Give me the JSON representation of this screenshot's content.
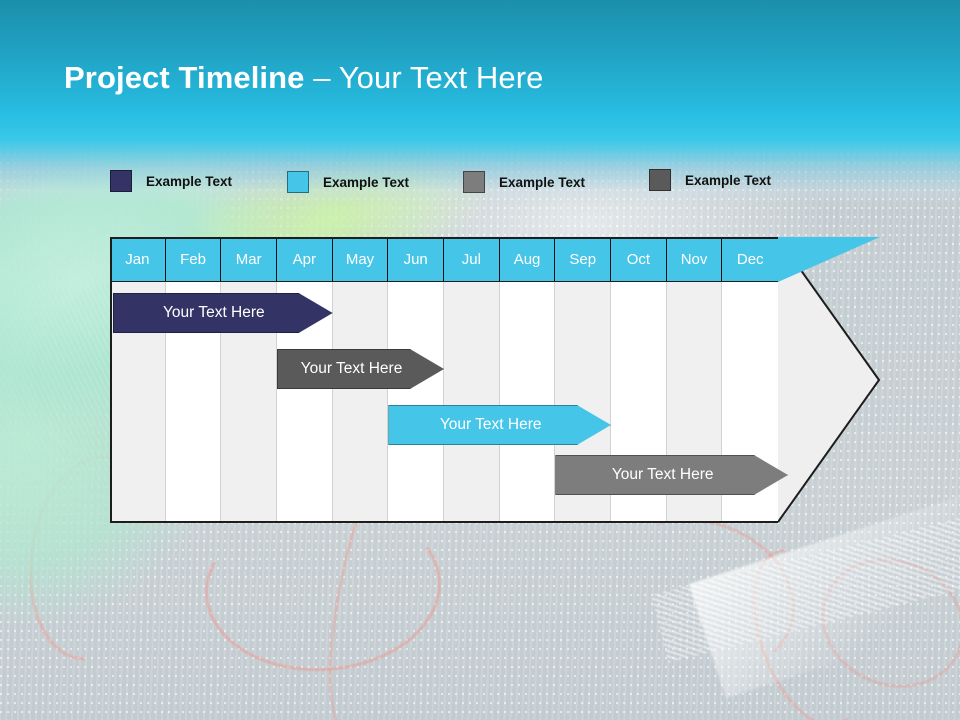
{
  "slide": {
    "title_bold": "Project Timeline",
    "title_sep": " – ",
    "title_rest": "Your Text Here"
  },
  "legend": {
    "items": [
      {
        "label": "Example Text",
        "color": "#343366"
      },
      {
        "label": "Example Text",
        "color": "#45c5e8"
      },
      {
        "label": "Example Text",
        "color": "#7d7d7d"
      },
      {
        "label": "Example Text",
        "color": "#5a5a5a"
      }
    ]
  },
  "timeline": {
    "months": [
      "Jan",
      "Feb",
      "Mar",
      "Apr",
      "May",
      "Jun",
      "Jul",
      "Aug",
      "Sep",
      "Oct",
      "Nov",
      "Dec"
    ],
    "header_color": "#45c5e8",
    "header_text_color": "#ffffff",
    "bars": [
      {
        "label": "Your  Text Here",
        "color": "#343366",
        "text_color": "#ffffff",
        "start_month": "Jan",
        "end_month": "Apr"
      },
      {
        "label": "Your  Text Here",
        "color": "#5a5a5a",
        "text_color": "#ffffff",
        "start_month": "Apr",
        "end_month": "Jun"
      },
      {
        "label": "Your  Text Here",
        "color": "#45c5e8",
        "text_color": "#ffffff",
        "start_month": "Jun",
        "end_month": "Sep"
      },
      {
        "label": "Your  Text Here",
        "color": "#7d7d7d",
        "text_color": "#ffffff",
        "start_month": "Sep",
        "end_month": "Dec"
      }
    ]
  }
}
